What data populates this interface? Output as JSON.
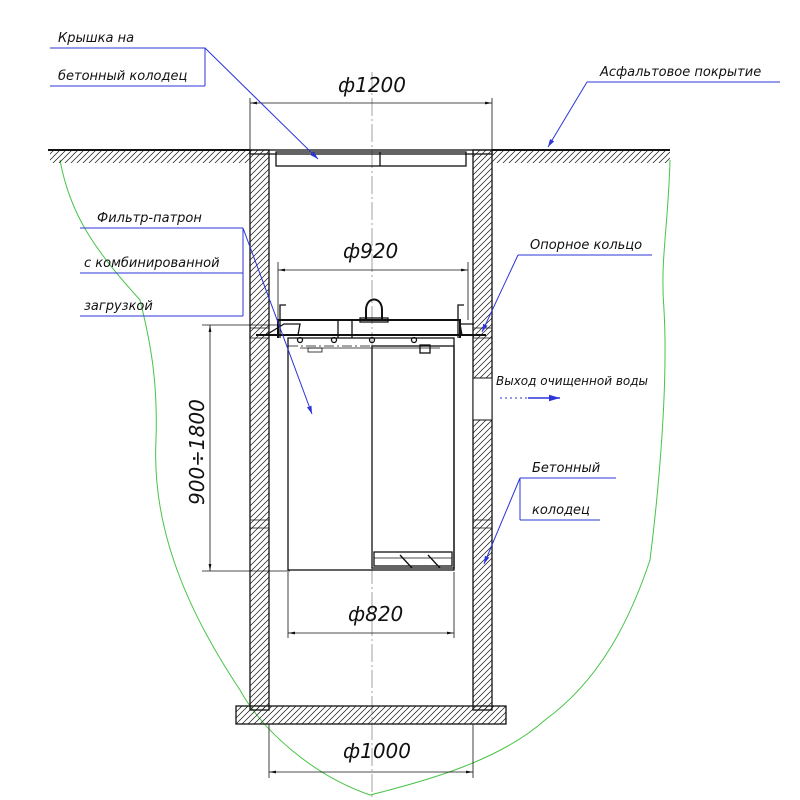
{
  "labels": {
    "lid_line1": "Крышка на",
    "lid_line2": "бетонный колодец",
    "asphalt": "Асфальтовое покрытие",
    "filter_line1": "Фильтр-патрон",
    "filter_line2": "с комбинированной",
    "filter_line3": "загрузкой",
    "support_ring": "Опорное кольцо",
    "outlet": "Выход очищенной воды",
    "well_line1": "Бетонный",
    "well_line2": "колодец"
  },
  "dimensions": {
    "d_top": "ф1200",
    "d_ring": "ф920",
    "d_filter": "ф820",
    "d_bottom": "ф1000",
    "height": "900÷1800"
  },
  "colors": {
    "line": "#111111",
    "leader": "#2b35d8",
    "soil_boundary": "#48c448",
    "axis": "#7a7a7a"
  }
}
